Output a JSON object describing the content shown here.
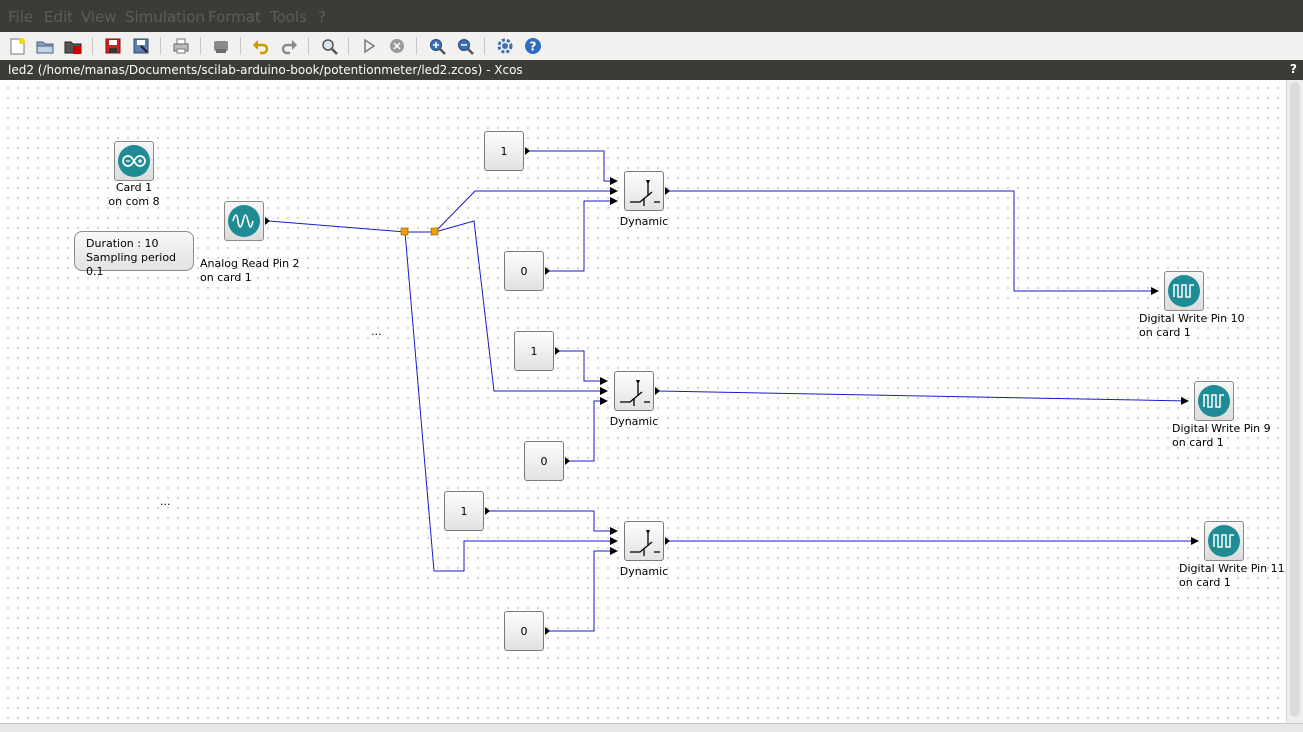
{
  "menu": {
    "file": "File",
    "edit": "Edit",
    "view": "View",
    "simulation": "Simulation",
    "format": "Format",
    "tools": "Tools",
    "help": "?"
  },
  "toolbar": {
    "icons": [
      "new-document-icon",
      "open-folder-icon",
      "open-in-scilab-icon",
      "save-icon",
      "save-as-icon",
      "print-icon",
      "delete-icon",
      "undo-icon",
      "redo-icon",
      "zoom-fit-icon",
      "start-simulation-icon",
      "stop-simulation-icon",
      "zoom-in-icon",
      "zoom-out-icon",
      "setup-icon",
      "help-icon"
    ]
  },
  "window": {
    "title": "led2 (/home/manas/Documents/scilab-arduino-book/potentionmeter/led2.zcos) - Xcos",
    "help": "?"
  },
  "diagram": {
    "card": {
      "line1": "Card 1",
      "line2": "on com 8"
    },
    "params": {
      "line1": "Duration : 10",
      "line2": "Sampling period 0.1"
    },
    "analog": {
      "line1": "Analog Read Pin 2",
      "line2": "on card 1"
    },
    "ellipsis1": "...",
    "ellipsis2": "...",
    "switch1": {
      "const_top": "1",
      "const_bottom": "0",
      "label": "Dynamic"
    },
    "switch2": {
      "const_top": "1",
      "const_bottom": "0",
      "label": "Dynamic"
    },
    "switch3": {
      "const_top": "1",
      "const_bottom": "0",
      "label": "Dynamic"
    },
    "dw10": {
      "line1": "Digital Write Pin 10",
      "line2": "on card 1"
    },
    "dw9": {
      "line1": "Digital Write Pin 9",
      "line2": "on card 1"
    },
    "dw11": {
      "line1": "Digital Write Pin 11",
      "line2": "on card 1"
    }
  },
  "colors": {
    "link": "#1a1acc",
    "split": "#f0a000",
    "block_teal": "#1f8b94"
  }
}
